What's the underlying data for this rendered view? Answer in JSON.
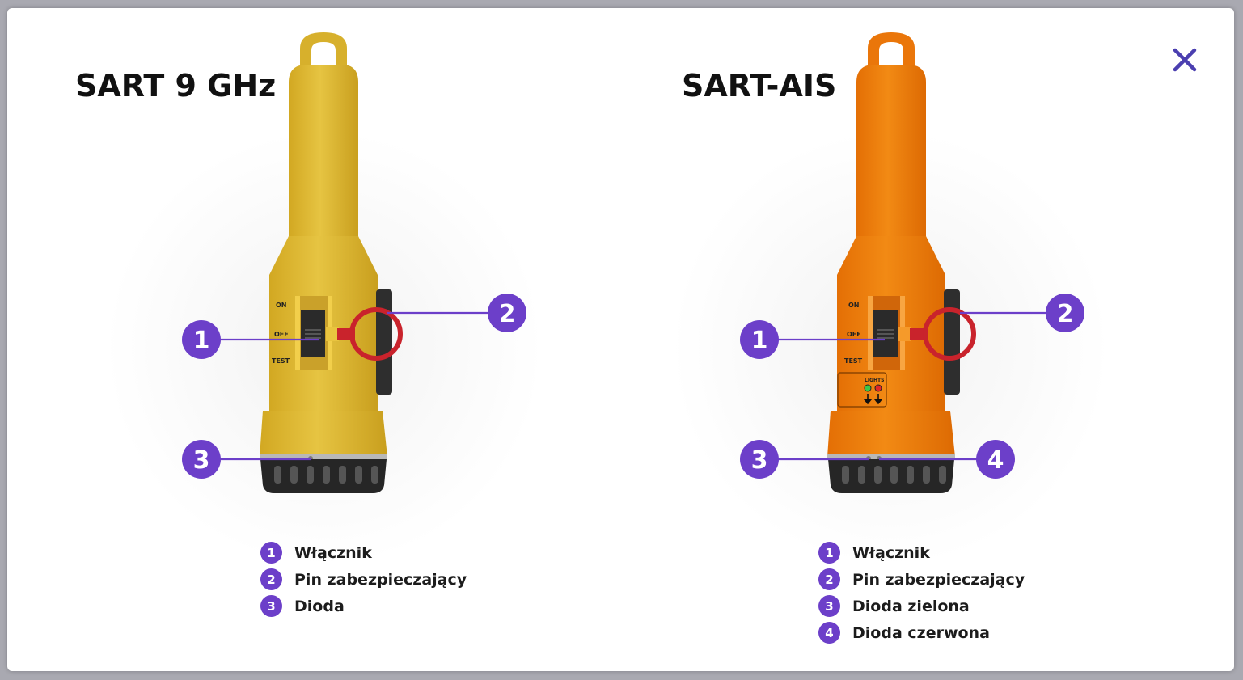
{
  "colors": {
    "accent": "#6c3fc9",
    "yellow": "#e2bd38",
    "orange": "#ef7d0b",
    "pin_red": "#c9232c",
    "dark": "#2b2b2b"
  },
  "close_icon": "close-icon",
  "devices": [
    {
      "title": "SART 9 GHz",
      "switch_labels": [
        "ON",
        "OFF",
        "TEST"
      ],
      "markers": [
        "1",
        "2",
        "3"
      ],
      "legend": [
        {
          "num": "1",
          "label": "Włącznik"
        },
        {
          "num": "2",
          "label": "Pin zabezpieczający"
        },
        {
          "num": "3",
          "label": "Dioda"
        }
      ]
    },
    {
      "title": "SART-AIS",
      "switch_labels": [
        "ON",
        "OFF",
        "TEST"
      ],
      "lights_label": "LIGHTS",
      "markers": [
        "1",
        "2",
        "3",
        "4"
      ],
      "legend": [
        {
          "num": "1",
          "label": "Włącznik"
        },
        {
          "num": "2",
          "label": "Pin zabezpieczający"
        },
        {
          "num": "3",
          "label": "Dioda zielona"
        },
        {
          "num": "4",
          "label": "Dioda czerwona"
        }
      ]
    }
  ]
}
